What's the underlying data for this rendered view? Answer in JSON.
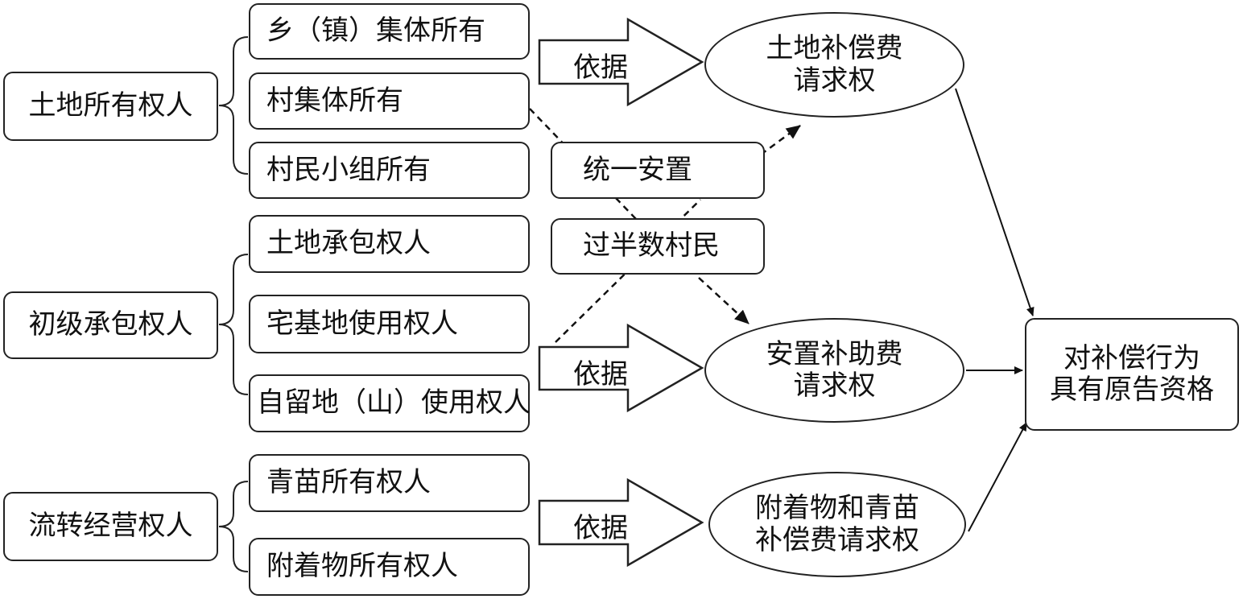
{
  "groups": [
    {
      "label": "土地所有权人",
      "items": [
        "乡（镇）集体所有",
        "村集体所有",
        "村民小组所有"
      ]
    },
    {
      "label": "初级承包权人",
      "items": [
        "土地承包权人",
        "宅基地使用权人",
        "自留地（山）使用权人"
      ]
    },
    {
      "label": "流转经营权人",
      "items": [
        "青苗所有权人",
        "附着物所有权人"
      ]
    }
  ],
  "middle": {
    "unified": "统一安置",
    "majority": "过半数村民"
  },
  "basis_label": "依据",
  "rights": [
    {
      "line1": "土地补偿费",
      "line2": "请求权"
    },
    {
      "line1": "安置补助费",
      "line2": "请求权"
    },
    {
      "line1": "附着物和青苗",
      "line2": "补偿费请求权"
    }
  ],
  "result": {
    "line1": "对补偿行为",
    "line2": "具有原告资格"
  }
}
